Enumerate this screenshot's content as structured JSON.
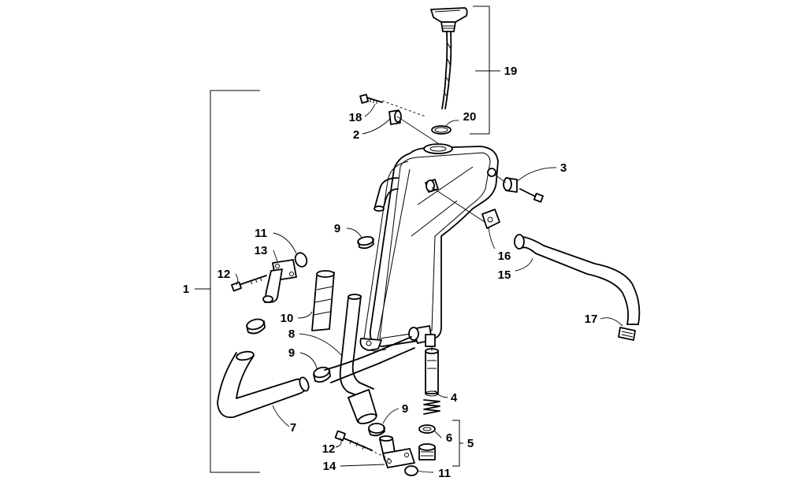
{
  "callouts": {
    "c1": "1",
    "c2": "2",
    "c3": "3",
    "c4": "4",
    "c5": "5",
    "c6": "6",
    "c7": "7",
    "c8": "8",
    "c9a": "9",
    "c9b": "9",
    "c9c": "9",
    "c10": "10",
    "c11a": "11",
    "c11b": "11",
    "c12a": "12",
    "c12b": "12",
    "c13": "13",
    "c14": "14",
    "c15": "15",
    "c16": "16",
    "c17": "17",
    "c18": "18",
    "c19": "19",
    "c20": "20"
  }
}
